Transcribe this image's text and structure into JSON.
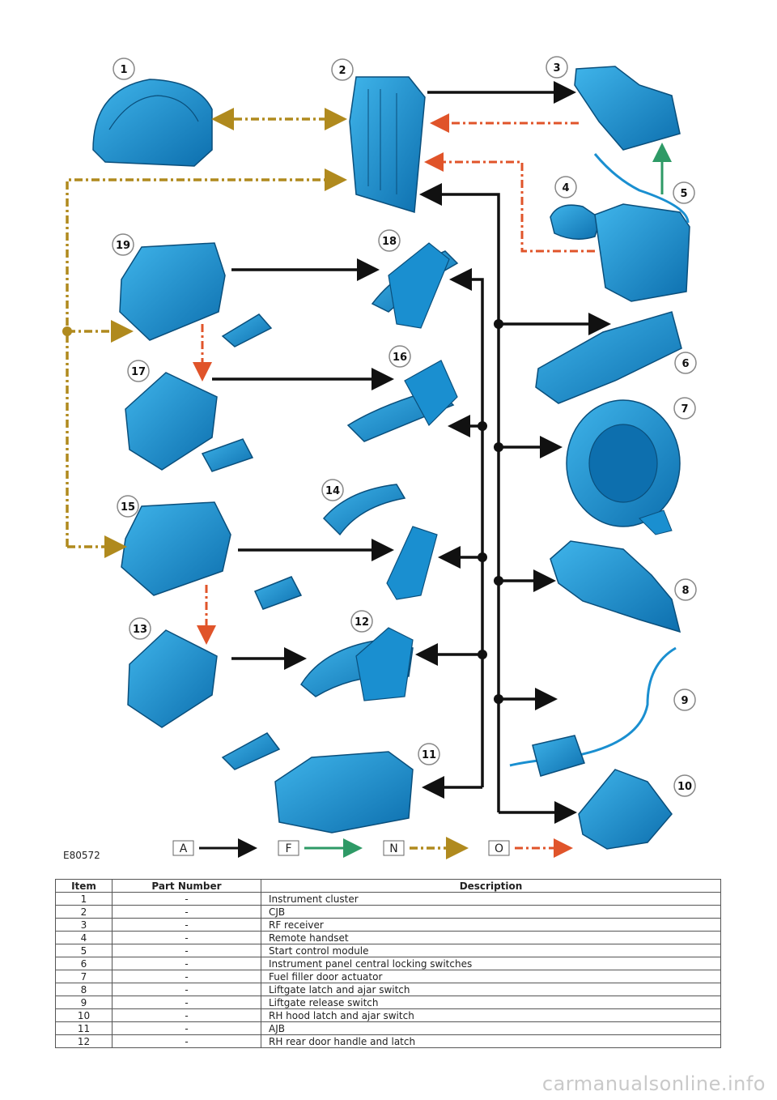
{
  "figure_ref": "E80572",
  "callouts": {
    "c1": "1",
    "c2": "2",
    "c3": "3",
    "c4": "4",
    "c5": "5",
    "c6": "6",
    "c7": "7",
    "c8": "8",
    "c9": "9",
    "c10": "10",
    "c11": "11",
    "c12": "12",
    "c13": "13",
    "c14": "14",
    "c15": "15",
    "c16": "16",
    "c17": "17",
    "c18": "18",
    "c19": "19"
  },
  "legend": {
    "a": "A",
    "f": "F",
    "n": "N",
    "o": "O"
  },
  "colors": {
    "component_blue": "#1a8fd0",
    "line_a": "#111111",
    "line_f": "#2e9a66",
    "line_n": "#b08a1e",
    "line_o": "#e0542a"
  },
  "table": {
    "headers": {
      "item": "Item",
      "part": "Part Number",
      "desc": "Description"
    },
    "rows": [
      {
        "item": "1",
        "part": "-",
        "desc": "Instrument cluster"
      },
      {
        "item": "2",
        "part": "-",
        "desc": "CJB"
      },
      {
        "item": "3",
        "part": "-",
        "desc": "RF receiver"
      },
      {
        "item": "4",
        "part": "-",
        "desc": "Remote handset"
      },
      {
        "item": "5",
        "part": "-",
        "desc": "Start control module"
      },
      {
        "item": "6",
        "part": "-",
        "desc": "Instrument panel central locking switches"
      },
      {
        "item": "7",
        "part": "-",
        "desc": "Fuel filler door actuator"
      },
      {
        "item": "8",
        "part": "-",
        "desc": "Liftgate latch and ajar switch"
      },
      {
        "item": "9",
        "part": "-",
        "desc": "Liftgate release switch"
      },
      {
        "item": "10",
        "part": "-",
        "desc": "RH hood latch and ajar switch"
      },
      {
        "item": "11",
        "part": "-",
        "desc": "AJB"
      },
      {
        "item": "12",
        "part": "-",
        "desc": "RH rear door handle and latch"
      }
    ]
  },
  "watermark": "carmanualsonline.info"
}
